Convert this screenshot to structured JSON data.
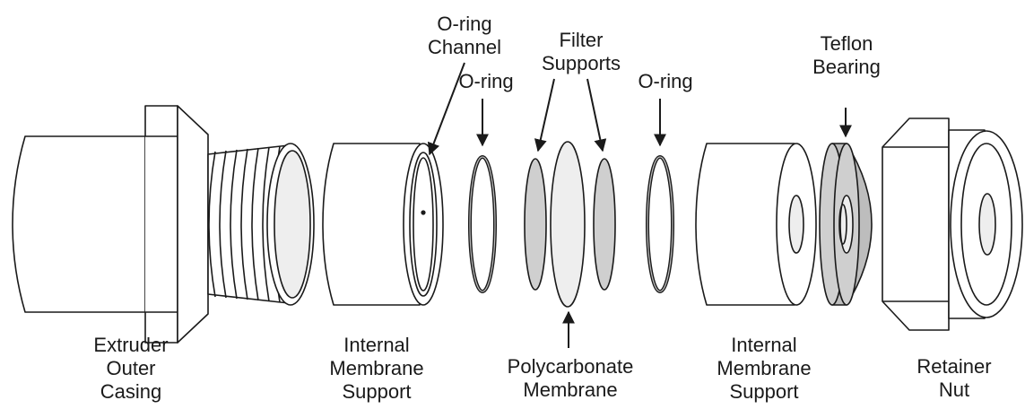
{
  "labels": {
    "oring_channel": [
      "O-ring",
      "Channel"
    ],
    "oring_left": [
      "O-ring"
    ],
    "filter_supports": [
      "Filter",
      "Supports"
    ],
    "oring_right": [
      "O-ring"
    ],
    "teflon_bearing": [
      "Teflon",
      "Bearing"
    ],
    "extruder_casing": [
      "Extruder",
      "Outer",
      "Casing"
    ],
    "membrane_support_left": [
      "Internal",
      "Membrane",
      "Support"
    ],
    "polycarbonate_membrane": [
      "Polycarbonate",
      "Membrane"
    ],
    "membrane_support_right": [
      "Internal",
      "Membrane",
      "Support"
    ],
    "retainer_nut": [
      "Retainer",
      "Nut"
    ]
  },
  "colors": {
    "stroke": "#1a1a1a",
    "fill_white": "#ffffff",
    "fill_light": "#eeeeee",
    "fill_mid": "#cfcfcf",
    "fill_dark": "#bdbdbd"
  }
}
